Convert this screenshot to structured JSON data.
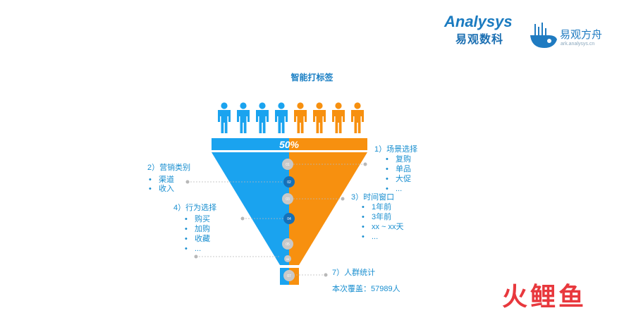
{
  "logo_analysys": {
    "wordmark": "Analysys",
    "cn": "易观数科",
    "icon": "analysys-logo"
  },
  "logo_ark": {
    "name": "易观方舟",
    "url": "ark.analysys.cn",
    "icon": "ark-whale-logo"
  },
  "title": "智能打标签",
  "bar_percent": "50%",
  "colors": {
    "blue": "#1aa3ef",
    "orange": "#f7900f",
    "text_blue": "#1a8fd0",
    "gray_node": "#c8c8c8",
    "dark_node": "#1570b8"
  },
  "people": {
    "blue_count": 4,
    "orange_count": 4
  },
  "nodes": [
    "01",
    "02",
    "03",
    "04",
    "05",
    "06",
    "07"
  ],
  "groups": {
    "scene": {
      "label": "1）场景选择",
      "items": [
        "复购",
        "单品",
        "大促",
        "..."
      ]
    },
    "marketing": {
      "label": "2）营销类别",
      "items": [
        "渠道",
        "收入"
      ]
    },
    "time": {
      "label": "3）时间窗口",
      "items": [
        "1年前",
        "3年前",
        "xx ~ xx天",
        "..."
      ]
    },
    "behavior": {
      "label": "4）行为选择",
      "items": [
        "购买",
        "加购",
        "收藏",
        "..."
      ]
    },
    "crowd": {
      "label": "7）人群统计",
      "coverage": "本次覆盖：57989人"
    }
  },
  "watermark": "火鲤鱼"
}
